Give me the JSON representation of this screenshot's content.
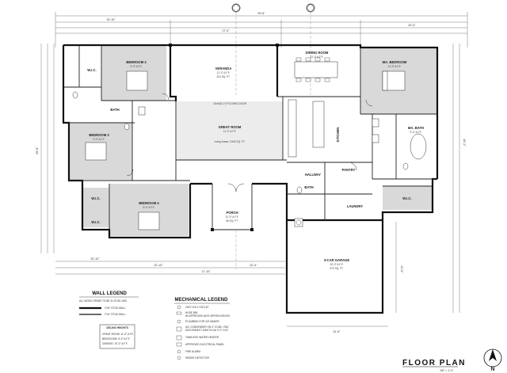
{
  "rooms": {
    "veranda": {
      "name": "VERANDA",
      "size": "11'-0\" A.F.F.",
      "area": "324 SQ. FT."
    },
    "dining": {
      "name": "DINING ROOM",
      "size": "11'-0\" A.F.F."
    },
    "master_bedroom": {
      "name": "MA. BEDROOM",
      "size": "11'-0\" A.F.F."
    },
    "bedroom2": {
      "name": "BEDROOM 2",
      "size": "9'-0\" A.F.F."
    },
    "bedroom3": {
      "name": "BEDROOM 3",
      "size": "9'-0\" A.F.F."
    },
    "bedroom4": {
      "name": "BEDROOM 4",
      "size": "9'-0\" A.F.F."
    },
    "great_room": {
      "name": "GREAT ROOM",
      "size": "11'-0\" A.F.F.",
      "area": "Living Areas: 2,545 SQ. FT."
    },
    "kitchen": {
      "name": "KITCHEN"
    },
    "master_bath": {
      "name": "MA. BATH",
      "size": "9'-0\" A.F.F."
    },
    "porch": {
      "name": "PORCH",
      "size": "11'-0\" A.F.F.",
      "area": "56 SQ. FT."
    },
    "laundry": {
      "name": "LAUNDRY"
    },
    "hallway": {
      "name": "HALLWAY"
    },
    "garage": {
      "name": "3-CAR GARAGE",
      "size": "10'-0\" A.F.F.",
      "area": "670 SQ. FT."
    },
    "wic": {
      "name": "W.I.C."
    },
    "bath": {
      "name": "BATH"
    },
    "pantry": {
      "name": "PANTRY"
    },
    "fold_door": {
      "name": "16'x8'(8'-0\") FOLDING DOOR"
    }
  },
  "dimensions": {
    "top_overall": "99'-6\"",
    "top_left": "15'-10\"",
    "top_mid": "27'-0\"",
    "top_right": "20'-4\"",
    "left_overall": "65'-8\"",
    "right_overall": "48'-4\"",
    "bottom_a": "20'-10\"",
    "bottom_b": "22'-10\"",
    "bottom_c": "17'-10\"",
    "bottom_d": "22'-4\"",
    "garage_w": "31'-6\"",
    "garage_d": "22'-6\""
  },
  "wall_legend": {
    "title": "WALL LEGEND",
    "items": [
      "ALL WOOD SPANS TO BE 2x STUD UNO",
      "2\"x6\" STUD WALL",
      "2\"x4\" STUD WALL"
    ],
    "sub_title": "CEILING HEIGHTS",
    "ceiling": [
      "GREAT ROOM: 11'-0\" A.F.F.",
      "BEDROOMS: 9'-0\" A.F.F.",
      "GARAGE: 10'-0\" A.F.F."
    ]
  },
  "mechanical_legend": {
    "title": "MECHANICAL LEGEND",
    "items": [
      "220V VOLT OUTLET",
      "HOSE BIB",
      "W/ APPROVED ANTI-SIPHON DEVICE",
      "PLUMBING FOR ICE MAKER",
      "A/C CONDENSER ON 4\" CONC. PAD",
      "DISCONNECT SWITCH W/ 3'-0\" CLR",
      "TANKLESS WATER HEATER",
      "APPROVED ELECTRICAL PANEL",
      "FIRE ALARM",
      "SMOKE DETECTOR"
    ]
  },
  "title_block": {
    "title": "FLOOR PLAN",
    "scale": "1/8\" = 1'-0\""
  },
  "north_arrow": "N"
}
